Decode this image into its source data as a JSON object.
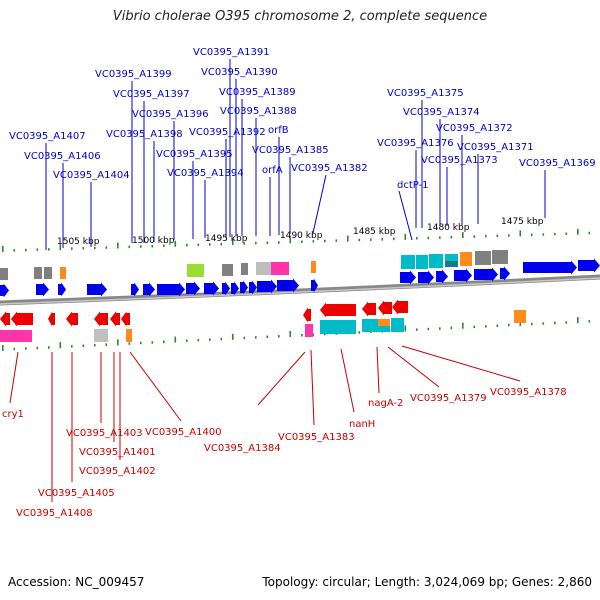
{
  "title": "Vibrio cholerae O395 chromosome 2, complete sequence",
  "footer": {
    "accession": "Accession: NC_009457",
    "topology": "Topology: circular; Length: 3,024,069 bp; Genes: 2,860"
  },
  "colors": {
    "forward_label": "#0000cc",
    "reverse_label": "#cc0000",
    "forward_gene": "#0000ee",
    "reverse_gene": "#ee0000",
    "backbone": "#888888",
    "tick": "#2a8a2a",
    "cyan": "#00bcc8",
    "magenta": "#ff33aa",
    "orange": "#ff8c1a",
    "gray": "#808080",
    "lime": "#99dd33"
  },
  "scale_labels": [
    "1505 kbp",
    "1500 kbp",
    "1495 kbp",
    "1490 kbp",
    "1485 kbp",
    "1480 kbp",
    "1475 kbp"
  ],
  "forward_labels": [
    "VC0395_A1407",
    "VC0395_A1406",
    "VC0395_A1404",
    "VC0395_A1399",
    "VC0395_A1397",
    "VC0395_A1398",
    "VC0395_A1396",
    "VC0395_A1395",
    "VC0395_A1394",
    "VC0395_A1391",
    "VC0395_A1390",
    "VC0395_A1389",
    "VC0395_A1388",
    "VC0395_A1392",
    "orfB",
    "orfA",
    "VC0395_A1385",
    "VC0395_A1382",
    "VC0395_A1375",
    "VC0395_A1374",
    "VC0395_A1372",
    "VC0395_A1376",
    "VC0395_A1371",
    "VC0395_A1373",
    "VC0395_A1369",
    "dctP-1"
  ],
  "reverse_labels": [
    "cry1",
    "VC0395_A1403",
    "VC0395_A1401",
    "VC0395_A1402",
    "VC0395_A1400",
    "VC0395_A1405",
    "VC0395_A1408",
    "VC0395_A1384",
    "VC0395_A1383",
    "nanH",
    "nagA-2",
    "VC0395_A1379",
    "VC0395_A1378"
  ]
}
